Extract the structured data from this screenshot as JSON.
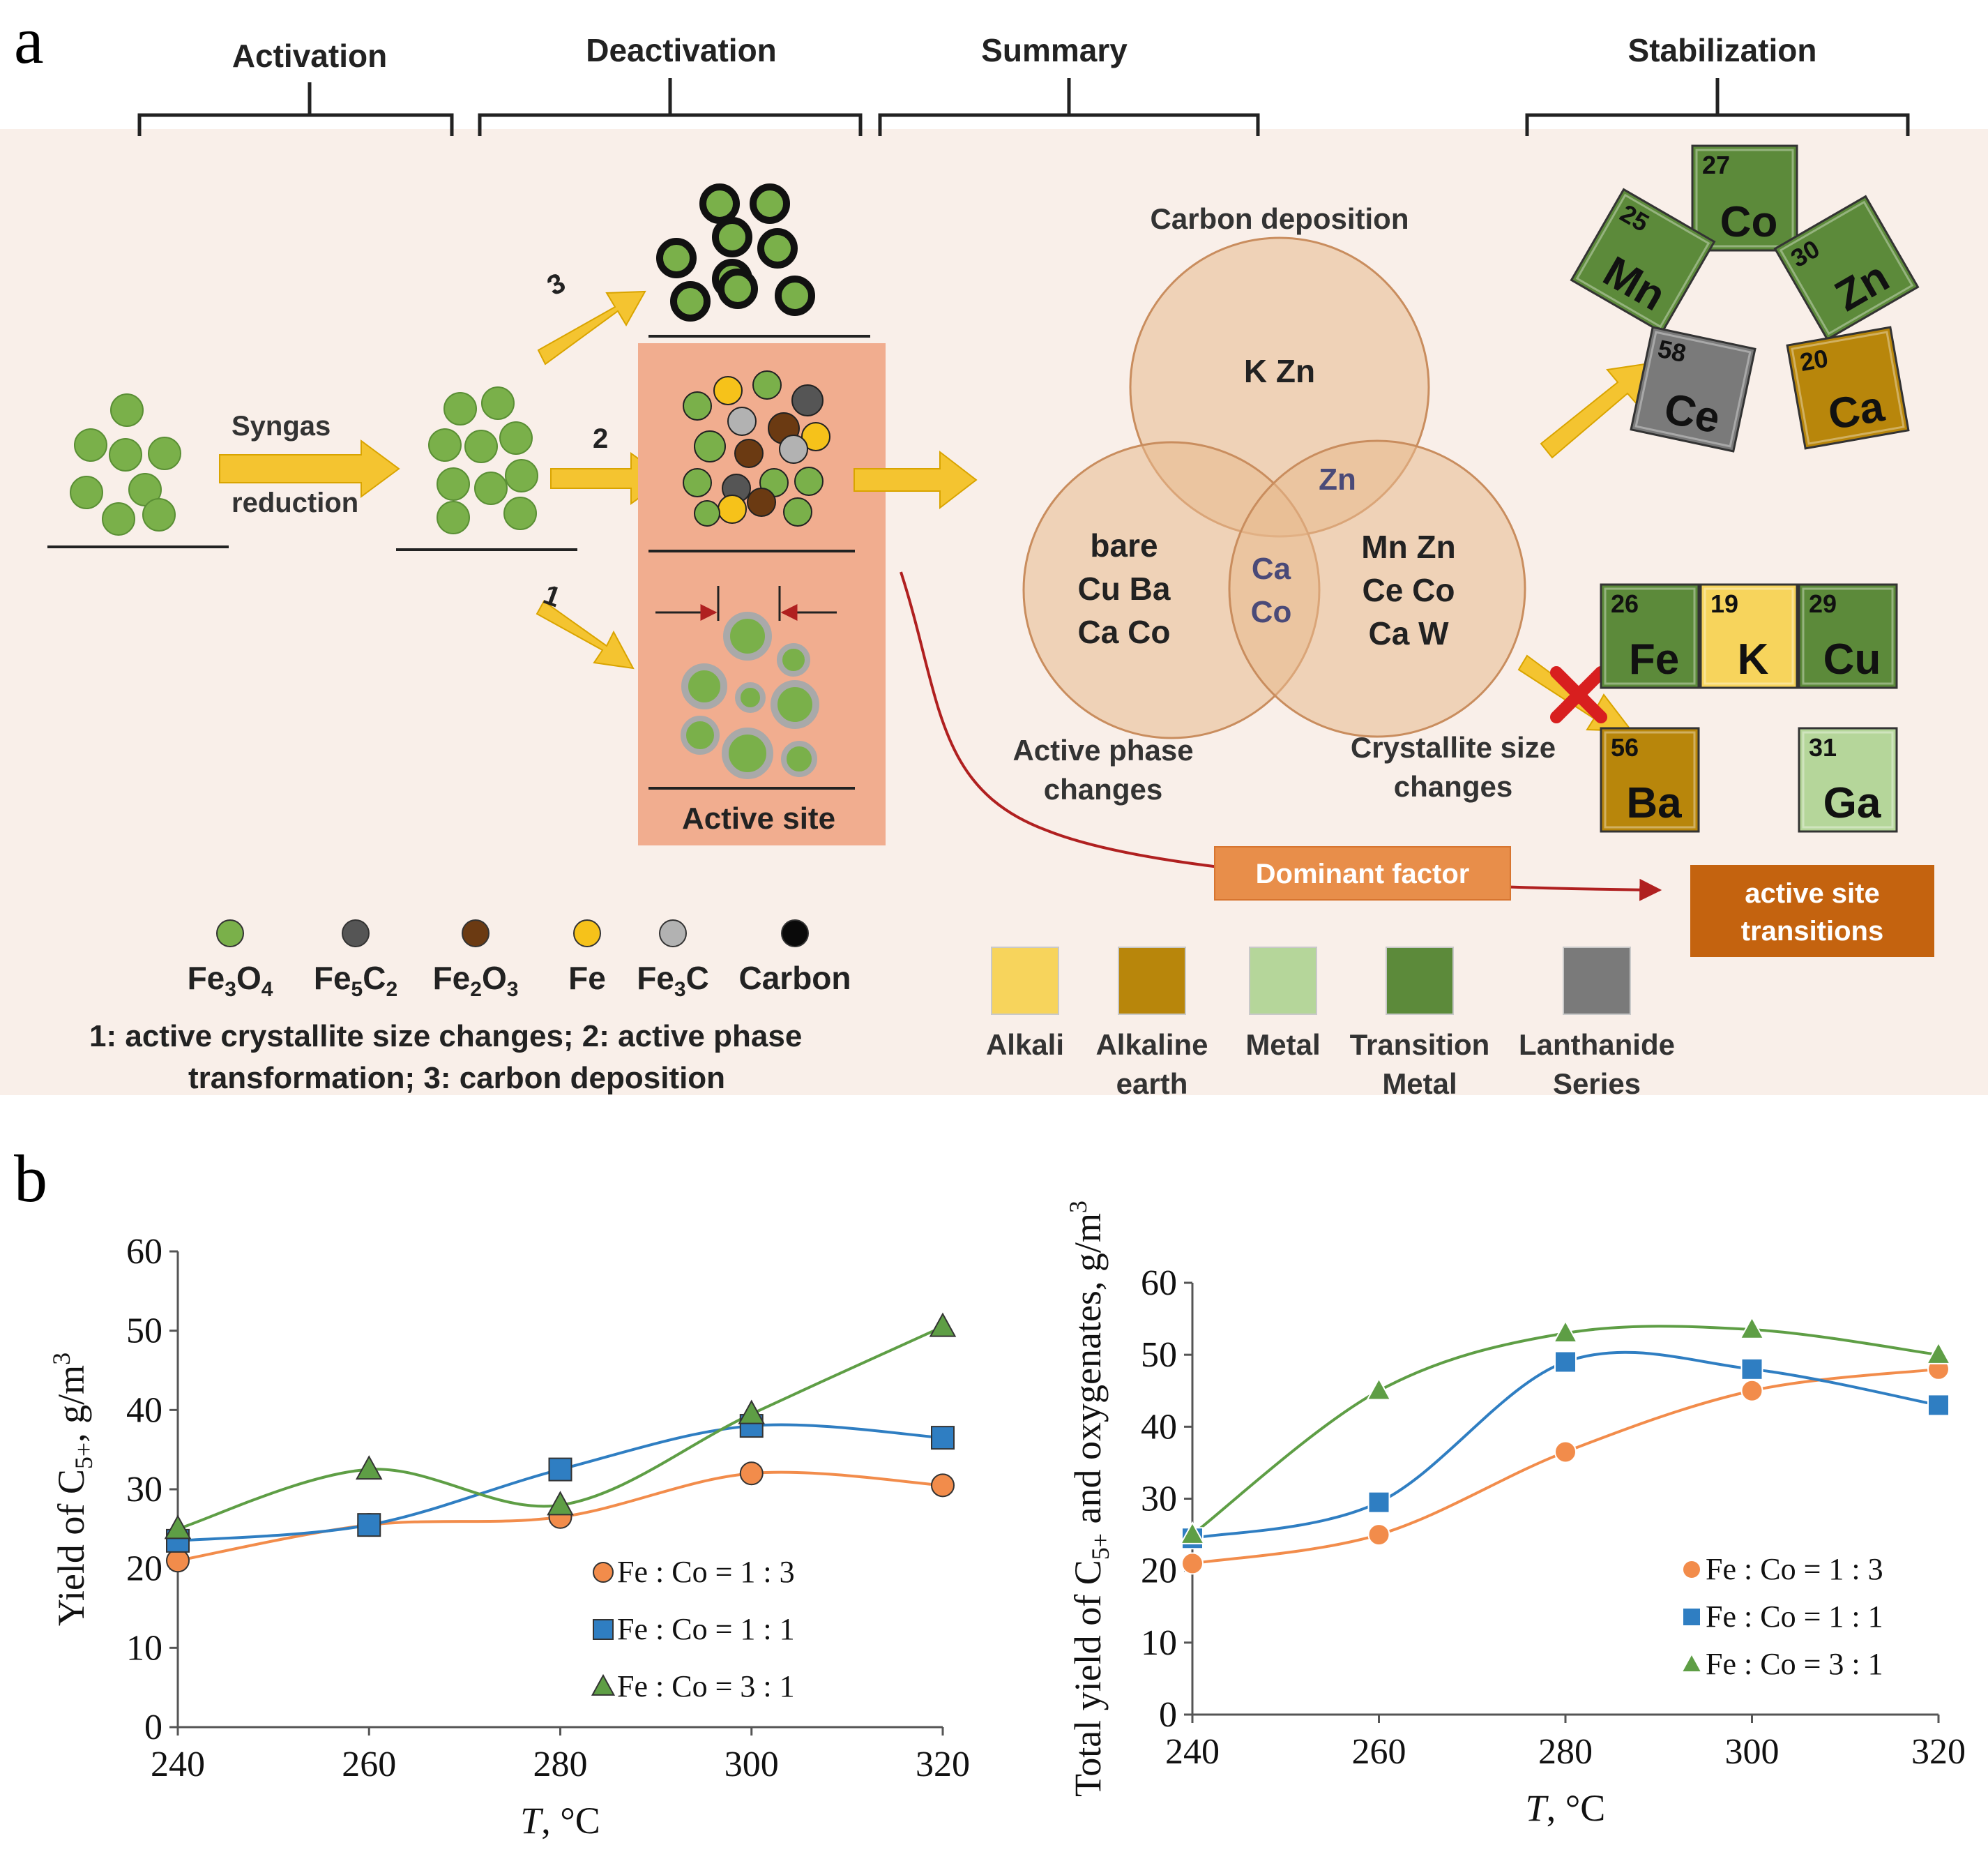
{
  "panel_a": {
    "label": "a",
    "headers": [
      "Activation",
      "Deactivation",
      "Summary",
      "Stabilization"
    ],
    "activation": {
      "line1": "Syngas",
      "line2": "reduction"
    },
    "paths": [
      "3",
      "2",
      "1"
    ],
    "active_site_label": "Active site",
    "venn": {
      "title_top": "Carbon deposition",
      "label_left": [
        "Active phase",
        "changes"
      ],
      "label_right": [
        "Crystallite size",
        "changes"
      ],
      "top": "K Zn",
      "left": [
        "bare",
        "Cu Ba",
        "Ca Co"
      ],
      "right": [
        "Mn Zn",
        "Ce Co",
        "Ca W"
      ],
      "top_right": "Zn",
      "center": [
        "Ca",
        "Co"
      ]
    },
    "dominant_factor": "Dominant factor",
    "active_site_transitions": [
      "active site",
      "transitions"
    ],
    "promoters": [
      {
        "num": "27",
        "sym": "Co",
        "cat": "transition"
      },
      {
        "num": "25",
        "sym": "Mn",
        "cat": "transition"
      },
      {
        "num": "30",
        "sym": "Zn",
        "cat": "transition"
      },
      {
        "num": "58",
        "sym": "Ce",
        "cat": "lanthanide"
      },
      {
        "num": "20",
        "sym": "Ca",
        "cat": "alkaline"
      }
    ],
    "non_promoters": [
      {
        "num": "26",
        "sym": "Fe",
        "cat": "transition"
      },
      {
        "num": "19",
        "sym": "K",
        "cat": "alkali"
      },
      {
        "num": "29",
        "sym": "Cu",
        "cat": "transition"
      },
      {
        "num": "56",
        "sym": "Ba",
        "cat": "alkaline"
      },
      {
        "num": "31",
        "sym": "Ga",
        "cat": "metal"
      }
    ],
    "species": [
      {
        "name": "Fe3O4",
        "color": "#7ab04a"
      },
      {
        "name": "Fe5C2",
        "color": "#555555"
      },
      {
        "name": "Fe2O3",
        "color": "#6b3a12"
      },
      {
        "name": "Fe",
        "color": "#f6c21a"
      },
      {
        "name": "Fe3C",
        "color": "#b2b2b2"
      },
      {
        "name": "Carbon",
        "color": "#0a0a0a"
      }
    ],
    "species_note": {
      "line1": "1: active crystallite size changes; 2: active phase",
      "line2": "transformation; 3: carbon deposition"
    },
    "categories": [
      {
        "key": "alkali",
        "label": [
          "Alkali"
        ],
        "color": "#f7d45c"
      },
      {
        "key": "alkaline",
        "label": [
          "Alkaline",
          "earth"
        ],
        "color": "#b8860b"
      },
      {
        "key": "metal",
        "label": [
          "Metal"
        ],
        "color": "#b5d69a"
      },
      {
        "key": "transition",
        "label": [
          "Transition",
          "Metal"
        ],
        "color": "#5c8a3a"
      },
      {
        "key": "lanthanide",
        "label": [
          "Lanthanide",
          "Series"
        ],
        "color": "#7a7a7a"
      }
    ],
    "colors": {
      "arrow": "#f4c430",
      "arrow_dark": "#d9a400",
      "panel_bg": "#f9efe9",
      "active_box": "#f1ad8f",
      "venn_fill": "#e8b98e",
      "venn_stroke": "#c98d5e",
      "dominant": "#e88e4a",
      "transitions": "#c4630f",
      "red_line": "#b02020",
      "cross": "#d81f1f"
    }
  },
  "panel_b": {
    "label": "b"
  },
  "chart_data": [
    {
      "type": "scatter",
      "title": "",
      "xlabel": "T, °C",
      "ylabel": "Yield of C5+, g/m3",
      "xlim": [
        240,
        320
      ],
      "ylim": [
        0,
        60
      ],
      "x_ticks": [
        "240",
        "260",
        "280",
        "300",
        "320"
      ],
      "y_ticks": [
        "0",
        "10",
        "20",
        "30",
        "40",
        "50",
        "60"
      ],
      "x": [
        240,
        260,
        280,
        300,
        320
      ],
      "grid": false,
      "legend_position": "lower-right",
      "series": [
        {
          "name": "Fe : Co = 1 : 3",
          "marker": "circle",
          "color": "#f28c4b",
          "values": [
            21,
            25.5,
            26.5,
            32,
            30.5
          ]
        },
        {
          "name": "Fe : Co = 1 : 1",
          "marker": "square",
          "color": "#2f7ec2",
          "values": [
            23.5,
            25.5,
            32.5,
            38,
            36.5
          ]
        },
        {
          "name": "Fe : Co = 3 : 1",
          "marker": "triangle",
          "color": "#5e9e45",
          "values": [
            25,
            32.5,
            28,
            39.5,
            50.5
          ]
        }
      ]
    },
    {
      "type": "scatter",
      "title": "",
      "xlabel": "T, °C",
      "ylabel": "Total yield of C5+ and oxygenates, g/m3",
      "xlim": [
        240,
        320
      ],
      "ylim": [
        0,
        60
      ],
      "x_ticks": [
        "240",
        "260",
        "280",
        "300",
        "320"
      ],
      "y_ticks": [
        "0",
        "10",
        "20",
        "30",
        "40",
        "50",
        "60"
      ],
      "x": [
        240,
        260,
        280,
        300,
        320
      ],
      "grid": false,
      "legend_position": "lower-right",
      "series": [
        {
          "name": "Fe : Co = 1 : 3",
          "marker": "circle",
          "color": "#f28c4b",
          "values": [
            21,
            25,
            36.5,
            45,
            48
          ]
        },
        {
          "name": "Fe : Co = 1 : 1",
          "marker": "square",
          "color": "#2f7ec2",
          "values": [
            24.5,
            29.5,
            49,
            48,
            43
          ]
        },
        {
          "name": "Fe : Co = 3 : 1",
          "marker": "triangle",
          "color": "#5e9e45",
          "values": [
            25,
            45,
            53,
            53.5,
            50
          ]
        }
      ]
    }
  ]
}
